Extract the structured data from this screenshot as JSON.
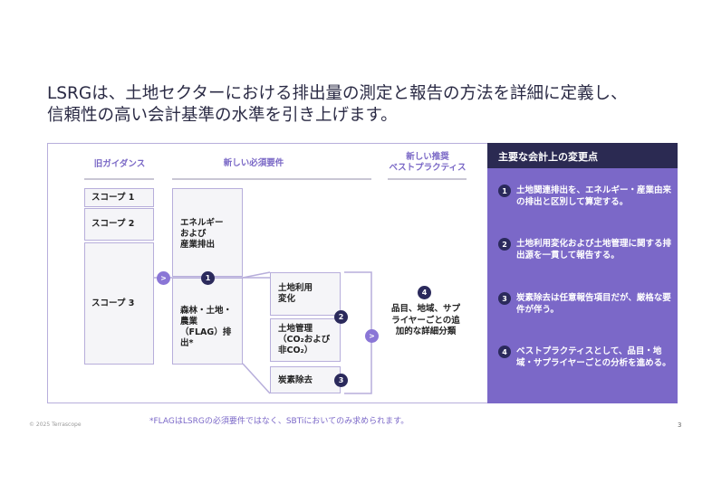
{
  "title": {
    "line1": "LSRGは、土地セクターにおける排出量の測定と報告の方法を詳細に定義し、",
    "line2": "信頼性の高い会計基準の水準を引き上げます。"
  },
  "columns": {
    "old": "旧ガイダンス",
    "new_required": "新しい必須要件",
    "new_recommended_1": "新しい推奨",
    "new_recommended_2": "ベストプラクティス"
  },
  "old_boxes": [
    "スコープ 1",
    "スコープ 2",
    "スコープ 3"
  ],
  "required": {
    "energy": [
      "エネルギー",
      "および",
      "産業排出"
    ],
    "flag": [
      "森林・土地・",
      "農業",
      "（FLAG）排出*"
    ]
  },
  "flag_sub": {
    "land_use": [
      "土地利用",
      "変化"
    ],
    "land_mgmt": [
      "土地管理",
      "（CO₂および",
      "非CO₂）"
    ],
    "removal": "炭素除去"
  },
  "recommended": [
    "品目、地域、サプ",
    "ライヤーごとの追",
    "加的な詳細分類"
  ],
  "badges": [
    "1",
    "2",
    "3",
    "4"
  ],
  "arrow_glyph": ">",
  "panel": {
    "header": "主要な会計上の変更点",
    "items": [
      {
        "num": "1",
        "text": "土地関連排出を、エネルギー・産業由来の排出と区別して算定する。"
      },
      {
        "num": "2",
        "text": "土地利用変化および土地管理に関する排出源を一貫して報告する。"
      },
      {
        "num": "3",
        "text": "炭素除去は任意報告項目だが、厳格な要件が伴う。"
      },
      {
        "num": "4",
        "text": "ベストプラクティスとして、品目・地域・サプライヤーごとの分析を進める。"
      }
    ]
  },
  "footnote": "*FLAGはLSRGの必須要件ではなく、SBTiにおいてのみ求められます。",
  "copyright": "© 2025 Terrascope",
  "page_number": "3",
  "colors": {
    "accent": "#7b68c8",
    "navy": "#2b2a5c",
    "border": "#b7aedb"
  }
}
